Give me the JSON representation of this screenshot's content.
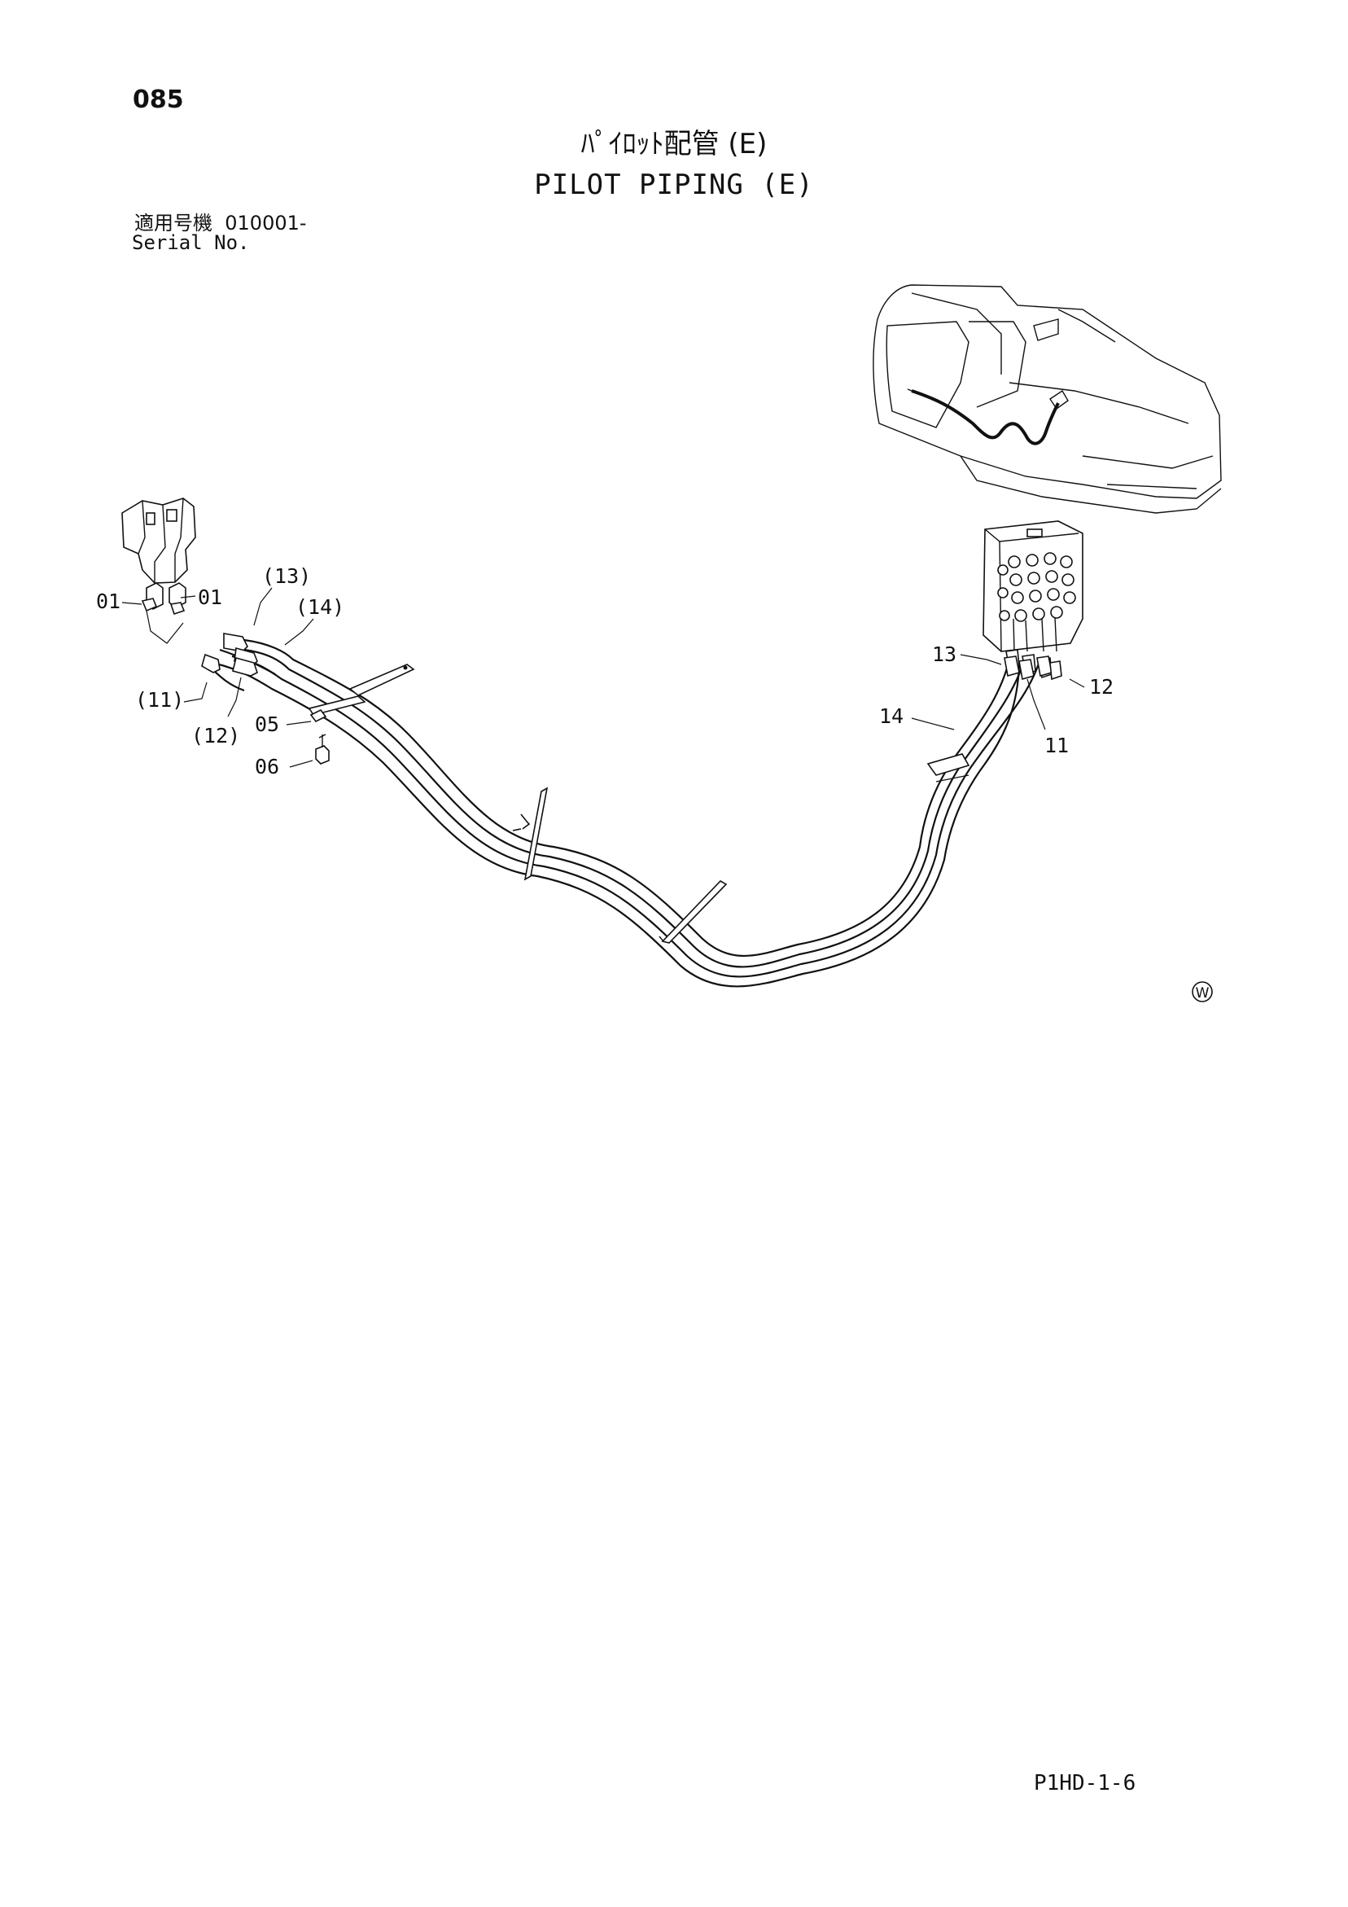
{
  "header": {
    "page_number": "085",
    "title_jp": "ﾊﾟｲﾛｯﾄ配管 (E)",
    "title_en": "PILOT PIPING (E)",
    "serial_label_jp": "適用号機",
    "serial_value": "010001-",
    "serial_label_en": "Serial No."
  },
  "callouts": {
    "c01_left": "01",
    "c01_right": "01",
    "c13_left": "(13)",
    "c14_left": "(14)",
    "c11_left": "(11)",
    "c12_left": "(12)",
    "c05": "05",
    "c06": "06",
    "c13_right": "13",
    "c12_right": "12",
    "c14_right": "14",
    "c11_right": "11"
  },
  "mark": "W",
  "footer": {
    "code": "P1HD-1-6"
  }
}
